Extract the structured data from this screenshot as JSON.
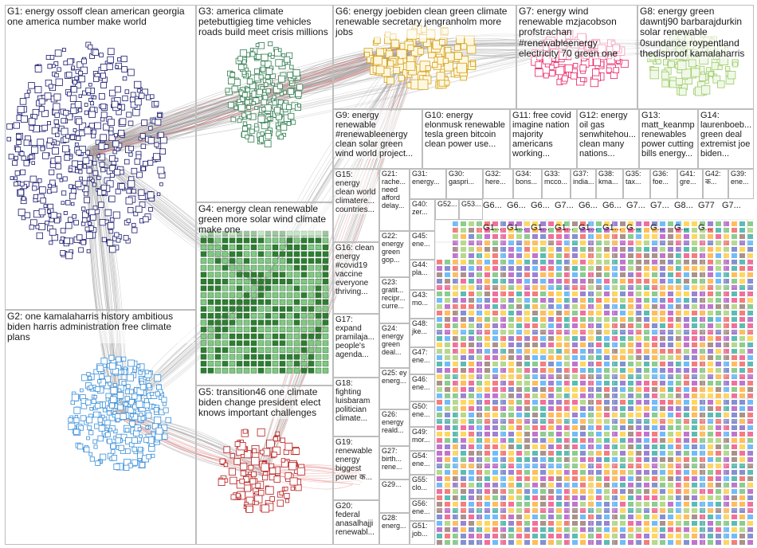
{
  "groups": [
    {
      "id": "G1",
      "label": "G1: energy ossoff clean american georgia one america number make world"
    },
    {
      "id": "G2",
      "label": "G2: one kamalaharris history ambitious biden harris administration free climate plans"
    },
    {
      "id": "G3",
      "label": "G3: america climate petebuttigieg time vehicles roads build meet crisis millions"
    },
    {
      "id": "G4",
      "label": "G4: energy clean renewable green more solar wind climate make one"
    },
    {
      "id": "G5",
      "label": "G5: transition46 one climate biden change president elect knows important challenges"
    },
    {
      "id": "G6",
      "label": "G6: energy joebiden clean green climate renewable secretary jengranholm more jobs"
    },
    {
      "id": "G7",
      "label": "G7: energy wind renewable mzjacobson profstrachan #renewableenergy electricity 70 green one"
    },
    {
      "id": "G8",
      "label": "G8: energy green dawntj90 barbarajdurkin solar renewable 0sundance roypentland thedisproof kamalaharris"
    },
    {
      "id": "G9",
      "label": "G9: energy renewable #renewableenergy clean solar green wind world project..."
    },
    {
      "id": "G10",
      "label": "G10: energy elonmusk renewable tesla green bitcoin clean power use..."
    },
    {
      "id": "G11",
      "label": "G11: free covid imagine nation majority americans working..."
    },
    {
      "id": "G12",
      "label": "G12: energy oil gas senwhitehou... clean many nations..."
    },
    {
      "id": "G13",
      "label": "G13: matt_keanmp renewables power cutting bills energy..."
    },
    {
      "id": "G14",
      "label": "G14: laurenboeb... green deal extremist joe biden..."
    },
    {
      "id": "G15",
      "label": "G15: energy clean world climatere... countries..."
    },
    {
      "id": "G16",
      "label": "G16: clean energy #covid19 vaccine everyone thriving..."
    },
    {
      "id": "G17",
      "label": "G17: expand pramilaja... people's agenda..."
    },
    {
      "id": "G18",
      "label": "G18: fighting luisbaram politician climate..."
    },
    {
      "id": "G19",
      "label": "G19: renewable energy biggest power क..."
    },
    {
      "id": "G20",
      "label": "G20: federal anasalhajji renewabl..."
    },
    {
      "id": "G21",
      "label": "G21: rache... need afford delay..."
    },
    {
      "id": "G22",
      "label": "G22: energy green gop..."
    },
    {
      "id": "G23",
      "label": "G23: gratit... recipr... curre..."
    },
    {
      "id": "G24",
      "label": "G24: energy green deal..."
    },
    {
      "id": "G25",
      "label": "G25: ey energ..."
    },
    {
      "id": "G26",
      "label": "G26: energy reald..."
    },
    {
      "id": "G27",
      "label": "G27: birth... rene..."
    },
    {
      "id": "G28",
      "label": "G28: energ..."
    },
    {
      "id": "G29",
      "label": "G29..."
    },
    {
      "id": "G30",
      "label": "G30: gaspri..."
    },
    {
      "id": "G31",
      "label": "G31: energy..."
    },
    {
      "id": "G32",
      "label": "G32: here..."
    },
    {
      "id": "G33",
      "label": "G33: mcco..."
    },
    {
      "id": "G34",
      "label": "G34: bons..."
    },
    {
      "id": "G35",
      "label": "G35: tax..."
    },
    {
      "id": "G36",
      "label": "G36: foe..."
    },
    {
      "id": "G37",
      "label": "G37: india..."
    },
    {
      "id": "G38",
      "label": "G38: kma..."
    },
    {
      "id": "G39",
      "label": "G39: ene..."
    },
    {
      "id": "G40",
      "label": "G40: zer..."
    },
    {
      "id": "G41",
      "label": "G41: gre..."
    },
    {
      "id": "G42",
      "label": "G42: क..."
    },
    {
      "id": "G43",
      "label": "G43: mo..."
    },
    {
      "id": "G44",
      "label": "G44: pla..."
    },
    {
      "id": "G45",
      "label": "G45: ene..."
    },
    {
      "id": "G46",
      "label": "G46: ene..."
    },
    {
      "id": "G47",
      "label": "G47: ene..."
    },
    {
      "id": "G48",
      "label": "G48: jke..."
    },
    {
      "id": "G49",
      "label": "G49: mor..."
    },
    {
      "id": "G50",
      "label": "G50: ene..."
    },
    {
      "id": "G51",
      "label": "G51: job..."
    },
    {
      "id": "G52",
      "label": "G52..."
    },
    {
      "id": "G53",
      "label": "G53..."
    },
    {
      "id": "G54",
      "label": "G54: ene..."
    },
    {
      "id": "G55",
      "label": "G55: clo..."
    },
    {
      "id": "G56",
      "label": "G56: ene..."
    }
  ],
  "small_labels": [
    "G6...",
    "G6...",
    "G6...",
    "G7...",
    "G6...",
    "G6...",
    "G7...",
    "G7...",
    "G8...",
    "G77",
    "G7...",
    "G1...",
    "G1...",
    "G1...",
    "G1...",
    "G1...",
    "G1...",
    "G...",
    "G...",
    "G...",
    "G..."
  ],
  "colors": {
    "g1": "#1a1a6e",
    "g2": "#3a8fd9",
    "g3": "#2f7d4f",
    "g4": "#4caf50",
    "g5": "#b71c1c",
    "g6": "#d4a017",
    "g7": "#e91e63",
    "g8": "#9ccc65",
    "edge_gray": "#9e9e9e",
    "edge_red": "#e57373"
  }
}
